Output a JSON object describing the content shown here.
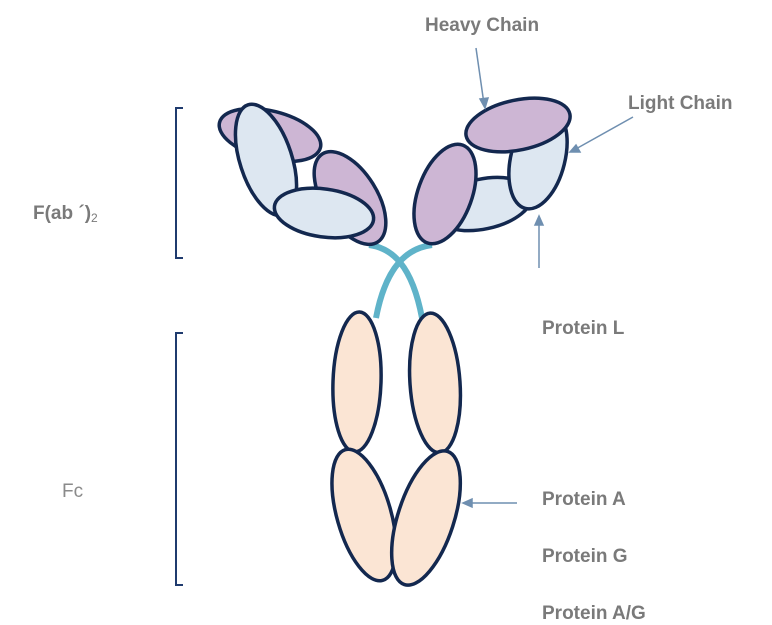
{
  "labels": {
    "heavy_chain": "Heavy Chain",
    "light_chain": "Light Chain",
    "fab2_main": "F(ab ´)",
    "fab2_sub": "2",
    "fc": "Fc",
    "protein_l": "Protein L",
    "protein_a": "Protein A",
    "protein_g": "Protein G",
    "protein_ag": "Protein A/G"
  },
  "colors": {
    "outline": "#13284f",
    "heavy_fill": "#cdb6d4",
    "light_fill": "#dde7f1",
    "fc_fill": "#fbe5d4",
    "hinge": "#5fb3c9",
    "bracket": "#1f3b6e",
    "arrow": "#6f8fb0"
  }
}
